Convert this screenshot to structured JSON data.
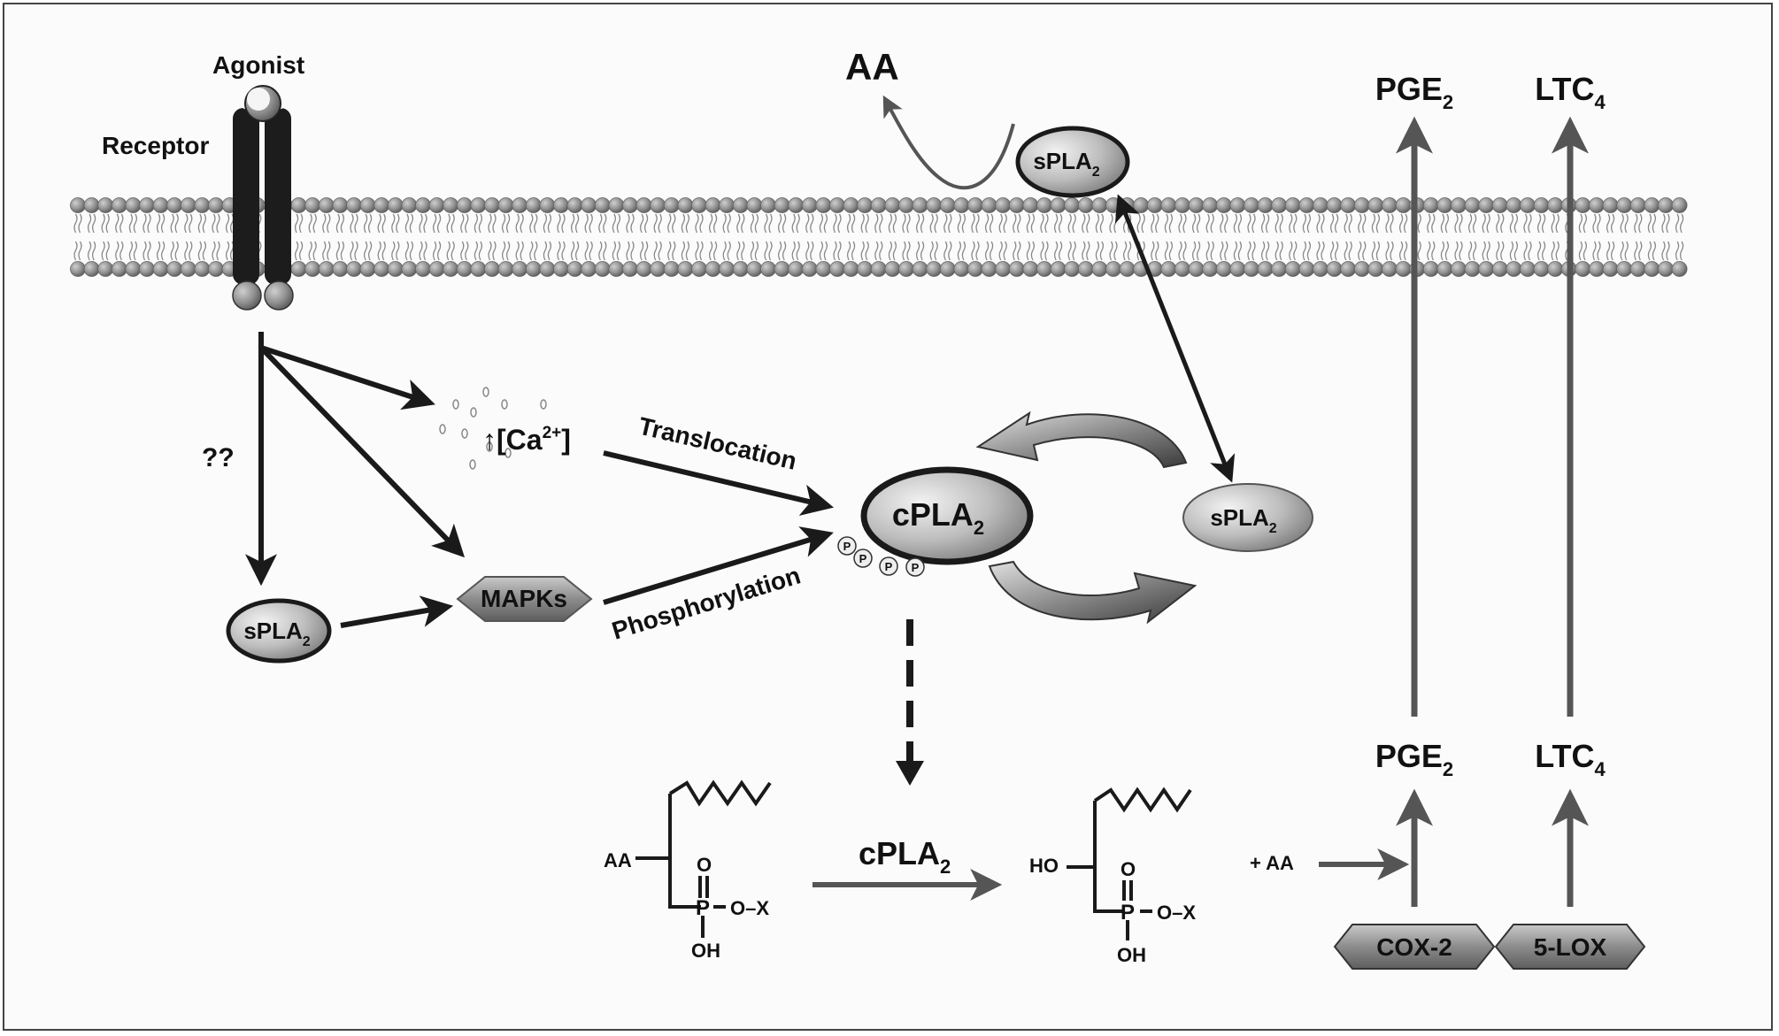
{
  "labels": {
    "agonist": "Agonist",
    "receptor": "Receptor",
    "aa_top": "AA",
    "unknown": "??",
    "ca": "↑[Ca",
    "ca_sup": "2+",
    "ca_close": "]",
    "translocation": "Translocation",
    "phosphorylation": "Phosphorylation",
    "mapks": "MAPKs",
    "cpla2_main": "cPLA",
    "cpla2_main_sub": "2",
    "cpla2_reaction": "cPLA",
    "cpla2_reaction_sub": "2",
    "spla2_membrane": "sPLA",
    "spla2_membrane_sub": "2",
    "spla2_right": "sPLA",
    "spla2_right_sub": "2",
    "spla2_left": "sPLA",
    "spla2_left_sub": "2",
    "p": "P",
    "pge2_top": "PGE",
    "pge2_top_sub": "2",
    "ltc4_top": "LTC",
    "ltc4_top_sub": "4",
    "pge2_bottom": "PGE",
    "pge2_bottom_sub": "2",
    "ltc4_bottom": "LTC",
    "ltc4_bottom_sub": "4",
    "cox2": "COX-2",
    "lox5": "5-LOX",
    "plus_aa": "+ AA",
    "chem_left": {
      "aa": "AA",
      "o": "O",
      "p": "P",
      "ox": "O–X",
      "oh": "OH"
    },
    "chem_right": {
      "ho": "HO",
      "o": "O",
      "p": "P",
      "ox": "O–X",
      "oh": "OH"
    }
  },
  "colors": {
    "arrow_dark": "#1a1a1a",
    "arrow_gray": "#555555",
    "membrane_head": "#8c8c8c",
    "receptor": "#1c1c1c"
  }
}
